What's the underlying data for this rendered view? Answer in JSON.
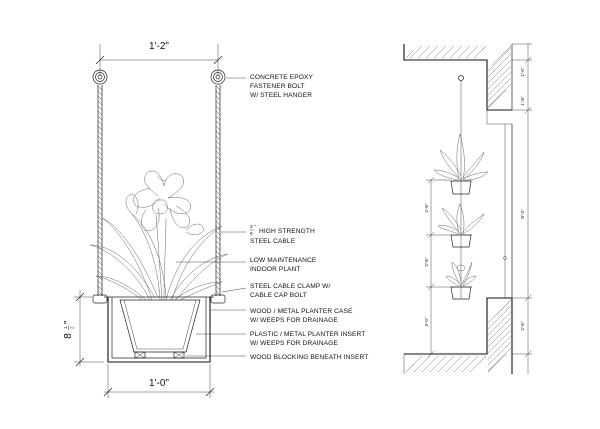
{
  "dimensions": {
    "top_width": "1'-2\"",
    "bottom_width": "1'-0\"",
    "height_whole": "8",
    "height_num": "1",
    "height_den": "2",
    "height_unit": "\""
  },
  "callouts": [
    {
      "lines": [
        "CONCRETE EPOXY",
        "FASTENER BOLT",
        "W/ STEEL HANGER"
      ]
    },
    {
      "lines": [
        "HIGH STRENGTH",
        "STEEL CABLE"
      ],
      "prefix_num": "3",
      "prefix_den": "8",
      "prefix_unit": "\""
    },
    {
      "lines": [
        "LOW MAINTENANCE",
        "INDOOR PLANT"
      ]
    },
    {
      "lines": [
        "STEEL CABLE CLAMP W/",
        "CABLE CAP BOLT"
      ]
    },
    {
      "lines": [
        "WOOD / METAL PLANTER CASE",
        "W/ WEEPS FOR DRAINAGE"
      ]
    },
    {
      "lines": [
        "PLASTIC / METAL PLANTER INSERT",
        "W/ WEEPS FOR DRAINAGE"
      ]
    },
    {
      "lines": [
        "WOOD BLOCKING BENEATH INSERT"
      ]
    }
  ],
  "elevation": {
    "right_dims": [
      "1'-0\"",
      "1'-8\"",
      "8'-4\"",
      "2'-6\""
    ],
    "left_dims": [
      "2'-6\"",
      "2'-6\"",
      "3'-0\""
    ]
  },
  "colors": {
    "line": "#222222",
    "hatch": "#444444",
    "background": "#ffffff"
  }
}
